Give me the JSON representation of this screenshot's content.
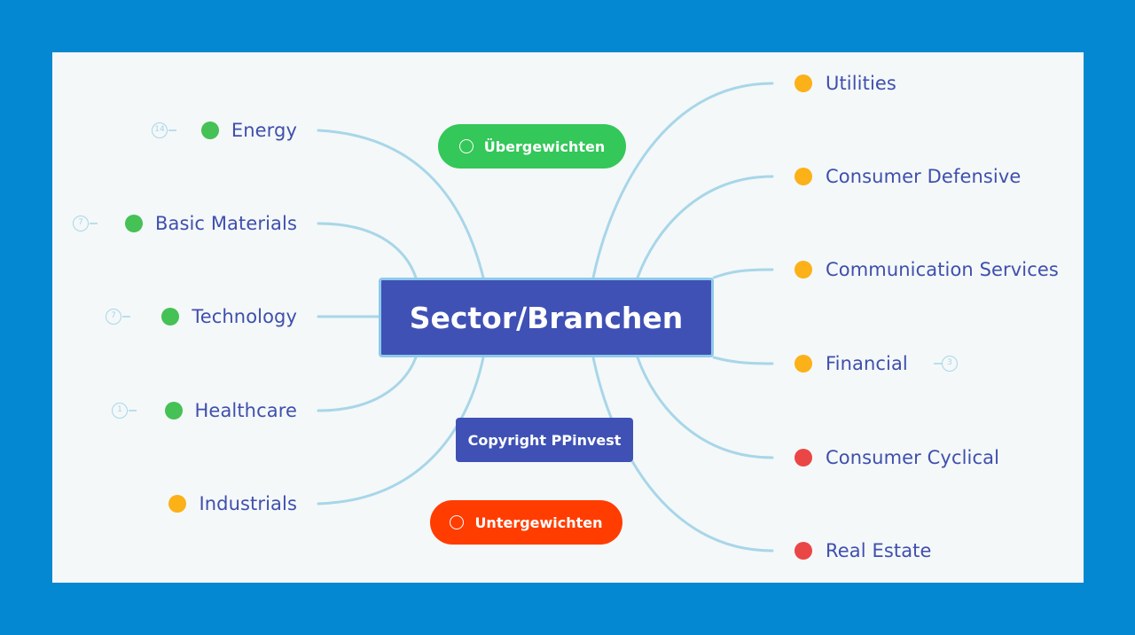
{
  "center": {
    "label": "Sector/Branchen"
  },
  "legend": {
    "overweight": {
      "label": "Übergewichten",
      "color": "#34c759"
    },
    "underweight": {
      "label": "Untergewichten",
      "color": "#ff3d00"
    }
  },
  "copyright": "Copyright PPinvest",
  "colors": {
    "green": "#45c155",
    "orange": "#fbb117",
    "red": "#ea4646",
    "text": "#3f4fad",
    "connector": "#a8d6e8",
    "center_fill": "#3f51b5",
    "outer_frame": "#0388d1",
    "canvas": "#f4f8f9"
  },
  "left_sectors": [
    {
      "label": "Energy",
      "status": "green",
      "count": "14"
    },
    {
      "label": "Basic Materials",
      "status": "green",
      "count": "7"
    },
    {
      "label": "Technology",
      "status": "green",
      "count": "7"
    },
    {
      "label": "Healthcare",
      "status": "green",
      "count": "1"
    },
    {
      "label": "Industrials",
      "status": "orange",
      "count": ""
    }
  ],
  "right_sectors": [
    {
      "label": "Utilities",
      "status": "orange",
      "count": ""
    },
    {
      "label": "Consumer Defensive",
      "status": "orange",
      "count": ""
    },
    {
      "label": "Communication Services",
      "status": "orange",
      "count": ""
    },
    {
      "label": "Financial",
      "status": "orange",
      "count": "3"
    },
    {
      "label": "Consumer Cyclical",
      "status": "red",
      "count": ""
    },
    {
      "label": "Real Estate",
      "status": "red",
      "count": ""
    }
  ]
}
